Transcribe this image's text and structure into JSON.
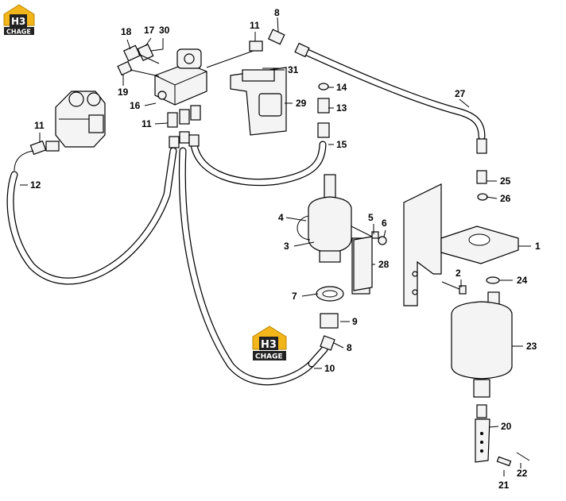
{
  "logos": [
    {
      "id": "logo-top-left",
      "top_text": "H3",
      "bottom_text": "CHAGE"
    },
    {
      "id": "logo-center",
      "top_text": "H3",
      "bottom_text": "CHAGE"
    }
  ],
  "callouts": [
    "1",
    "2",
    "3",
    "4",
    "5",
    "6",
    "7",
    "8",
    "8",
    "9",
    "10",
    "11",
    "11",
    "11",
    "12",
    "13",
    "14",
    "15",
    "16",
    "17",
    "18",
    "19",
    "20",
    "21",
    "22",
    "23",
    "24",
    "25",
    "26",
    "27",
    "28",
    "29",
    "30",
    "31"
  ]
}
